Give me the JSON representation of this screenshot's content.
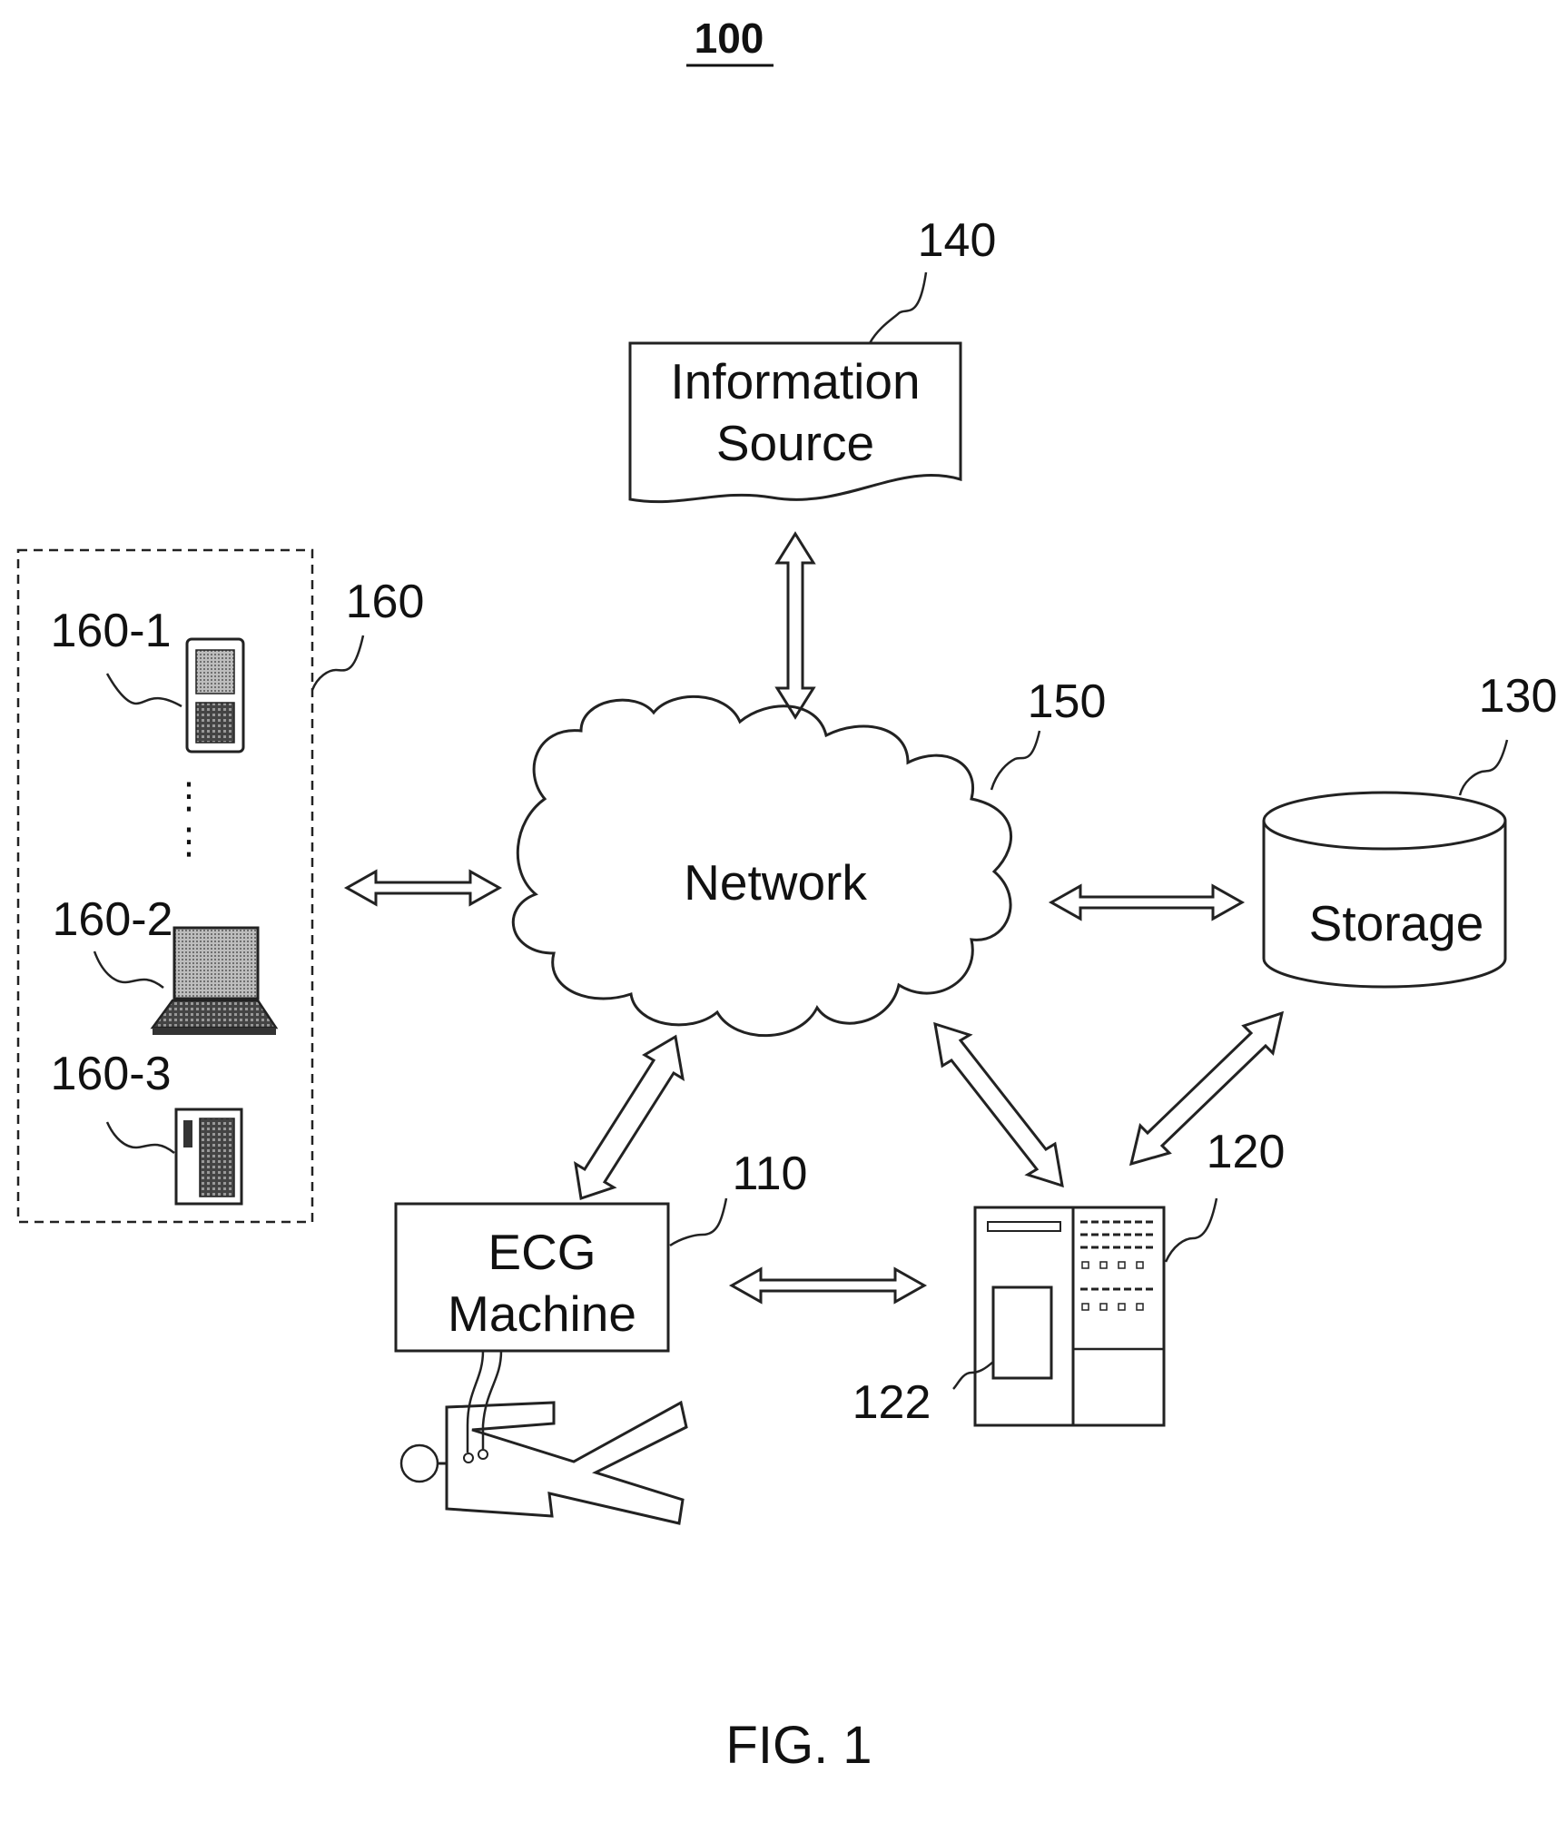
{
  "figure": {
    "number": "100",
    "caption": "FIG. 1"
  },
  "nodes": {
    "information_source": {
      "line1": "Information",
      "line2": "Source",
      "ref": "140"
    },
    "network": {
      "label": "Network",
      "ref": "150"
    },
    "storage": {
      "label": "Storage",
      "ref": "130"
    },
    "ecg_machine": {
      "line1": "ECG",
      "line2": "Machine",
      "ref": "110"
    },
    "server": {
      "ref": "120",
      "component_ref": "122"
    },
    "terminals": {
      "ref": "160",
      "mobile_ref": "160-1",
      "laptop_ref": "160-2",
      "desktop_ref": "160-3"
    }
  },
  "icons": {
    "mobile": "mobile-phone-icon",
    "laptop": "laptop-icon",
    "desktop": "desktop-computer-icon",
    "server": "server-icon",
    "patient": "patient-figure-icon",
    "storage": "database-cylinder-icon",
    "network": "cloud-icon"
  }
}
